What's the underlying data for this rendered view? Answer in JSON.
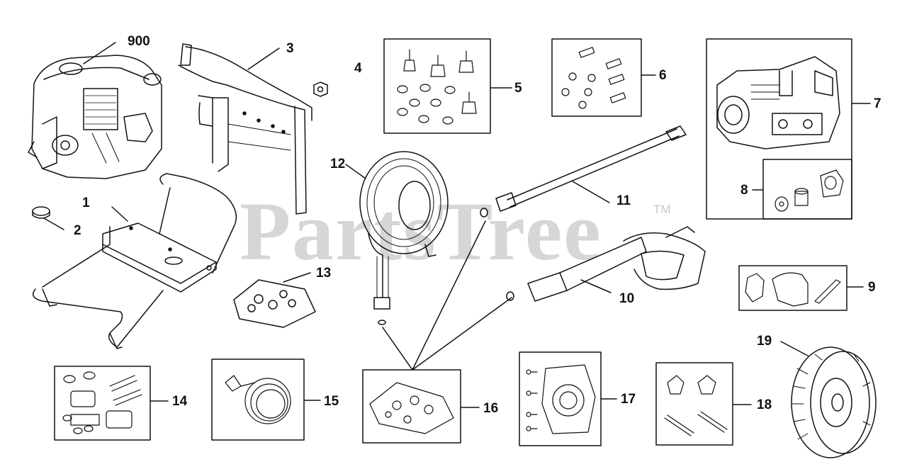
{
  "watermark": {
    "text": "PartsTree",
    "tm": "TM"
  },
  "callouts": {
    "p900": "900",
    "p1": "1",
    "p2": "2",
    "p3": "3",
    "p4": "4",
    "p5": "5",
    "p6": "6",
    "p7": "7",
    "p8": "8",
    "p9": "9",
    "p10": "10",
    "p11": "11",
    "p12": "12",
    "p13": "13",
    "p14": "14",
    "p15": "15",
    "p16": "16",
    "p17": "17",
    "p18": "18",
    "p19": "19"
  }
}
